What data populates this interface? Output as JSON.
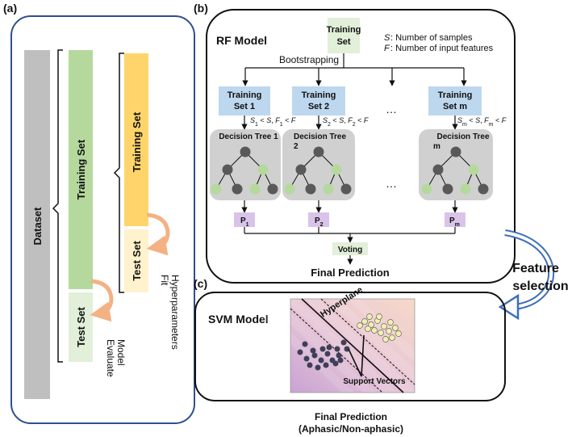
{
  "panel_labels": {
    "a": "(a)",
    "b": "(b)",
    "c": "(c)"
  },
  "panel_a": {
    "dataset": "Dataset",
    "training_set": "Training Set",
    "test_set": "Test Set",
    "training_set_2": "Training Set",
    "test_set_2": "Test Set",
    "evaluate_line1": "Evaluate",
    "evaluate_line2": "Model",
    "fit_line1": "Fit",
    "fit_line2": "Hyperparameters"
  },
  "panel_b": {
    "title": "RF Model",
    "training_line1": "Training",
    "training_line2": "Set",
    "legend_s": ": Number of samples",
    "legend_f": ": Number of input features",
    "bootstrapping": "Bootstrapping",
    "subsets": [
      {
        "line1": "Training",
        "line2": "Set 1",
        "tree_line1": "Decision Tree 1",
        "tree_line2": "",
        "pred": "1",
        "cond": "S",
        "sub": "1"
      },
      {
        "line1": "Training",
        "line2": "Set 2",
        "tree_line1": "Decision Tree",
        "tree_line2": "2",
        "pred": "2",
        "cond": "S",
        "sub": "2"
      },
      {
        "line1": "Training",
        "line2": "Set m",
        "tree_line1": "Decision Tree",
        "tree_line2": "m",
        "pred": "m",
        "cond": "S",
        "sub": "m"
      }
    ],
    "ellipsis": "…",
    "voting": "Voting",
    "final_prediction": "Final Prediction"
  },
  "feature_selection": {
    "line1": "Feature",
    "line2": "selection"
  },
  "panel_c": {
    "title": "SVM Model",
    "hyperplane": "Hyperplane",
    "support_vectors": "Support Vectors"
  },
  "bottom": {
    "line1": "Final Prediction",
    "line2": "(Aphasic/Non-aphasic)"
  },
  "colors": {
    "green_bar": "#b5d99c",
    "yellow_bar": "#ffd56b",
    "test_green": "#e2efd9",
    "test_yellow": "#fff2cc",
    "gray_bar": "#bfbfbf",
    "blue_box": "#bdd7ee",
    "purple_box": "#d9c3e9",
    "tree_gray": "#d0d0d0",
    "arrow_orange": "#f4b183",
    "panel_a_border": "#2e4f8f",
    "feature_arrow": "#3d6fb6"
  }
}
